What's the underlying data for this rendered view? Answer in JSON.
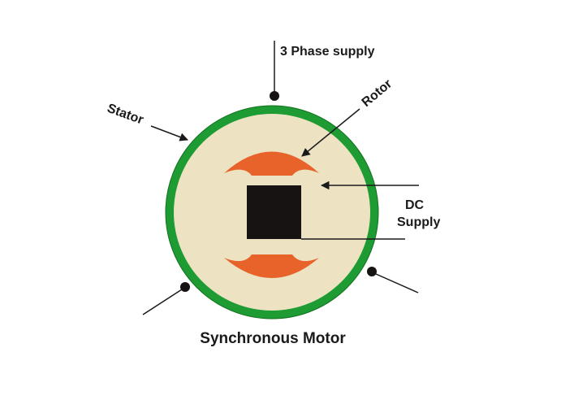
{
  "diagram": {
    "labels": {
      "supply": "3 Phase supply",
      "stator": "Stator",
      "rotor": "Rotor",
      "dc_line1": "DC",
      "dc_line2": "Supply",
      "caption": "Synchronous Motor"
    },
    "colors": {
      "stator_ring": "#1e9b32",
      "stator_ring_edge": "#14701f",
      "core_fill": "#ede3c3",
      "rotor_pole": "#e8632a",
      "rotor_core": "#171313",
      "line": "#1a1a1a",
      "text": "#1a1a1a",
      "background": "#ffffff"
    }
  }
}
